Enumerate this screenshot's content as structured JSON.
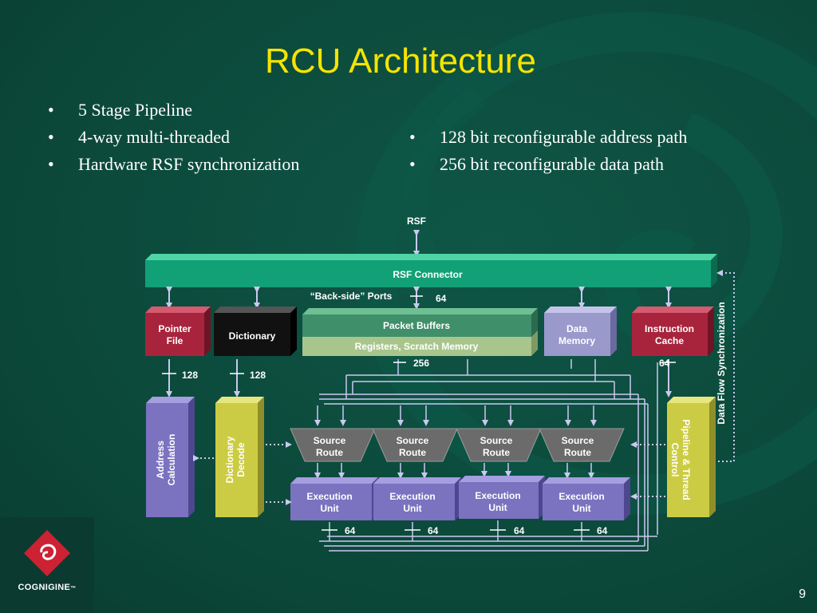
{
  "slide": {
    "title": "RCU Architecture",
    "bullets_left": [
      "5 Stage Pipeline",
      "4-way multi-threaded",
      "Hardware RSF synchronization"
    ],
    "bullets_right": [
      "128 bit reconfigurable address path",
      "256 bit reconfigurable data path"
    ],
    "page_number": "9",
    "logo_text": "COGNIGINE",
    "logo_mark": "™"
  },
  "diagram": {
    "rsf_label": "RSF",
    "rsf_connector": "RSF Connector",
    "backside_ports": "“Back-side” Ports",
    "bus_64_top": "64",
    "pointer_file": [
      "Pointer",
      "File"
    ],
    "dictionary": "Dictionary",
    "packet_buffers": "Packet Buffers",
    "registers_scratch": "Registers, Scratch Memory",
    "data_memory": [
      "Data",
      "Memory"
    ],
    "instruction_cache": [
      "Instruction",
      "Cache"
    ],
    "bus_128_left": "128",
    "bus_128_right": "128",
    "bus_256": "256",
    "bus_64_icache": "64",
    "data_flow_sync": "Data Flow Synchronization",
    "address_calculation": [
      "Address",
      "Calculation"
    ],
    "dictionary_decode": [
      "Dictionary",
      "Decode"
    ],
    "pipeline_thread_control": [
      "Pipeline & Thread",
      "Control"
    ],
    "source_route": [
      "Source",
      "Route"
    ],
    "execution_unit": [
      "Execution",
      "Unit"
    ],
    "bus_64_exec": [
      "64",
      "64",
      "64",
      "64"
    ]
  },
  "colors": {
    "background": "#0d4d3f",
    "title": "#f5e400",
    "rsf_connector": "#12a077",
    "pointer_file": "#a8243c",
    "dictionary": "#111111",
    "packet_buffers": "#3f8f6a",
    "registers": "#a8c68c",
    "data_memory": "#9999cc",
    "instruction_cache": "#a8243c",
    "purple_units": "#7b72c0",
    "yellow_units": "#cccc44",
    "source_route": "#6b6b6b"
  }
}
